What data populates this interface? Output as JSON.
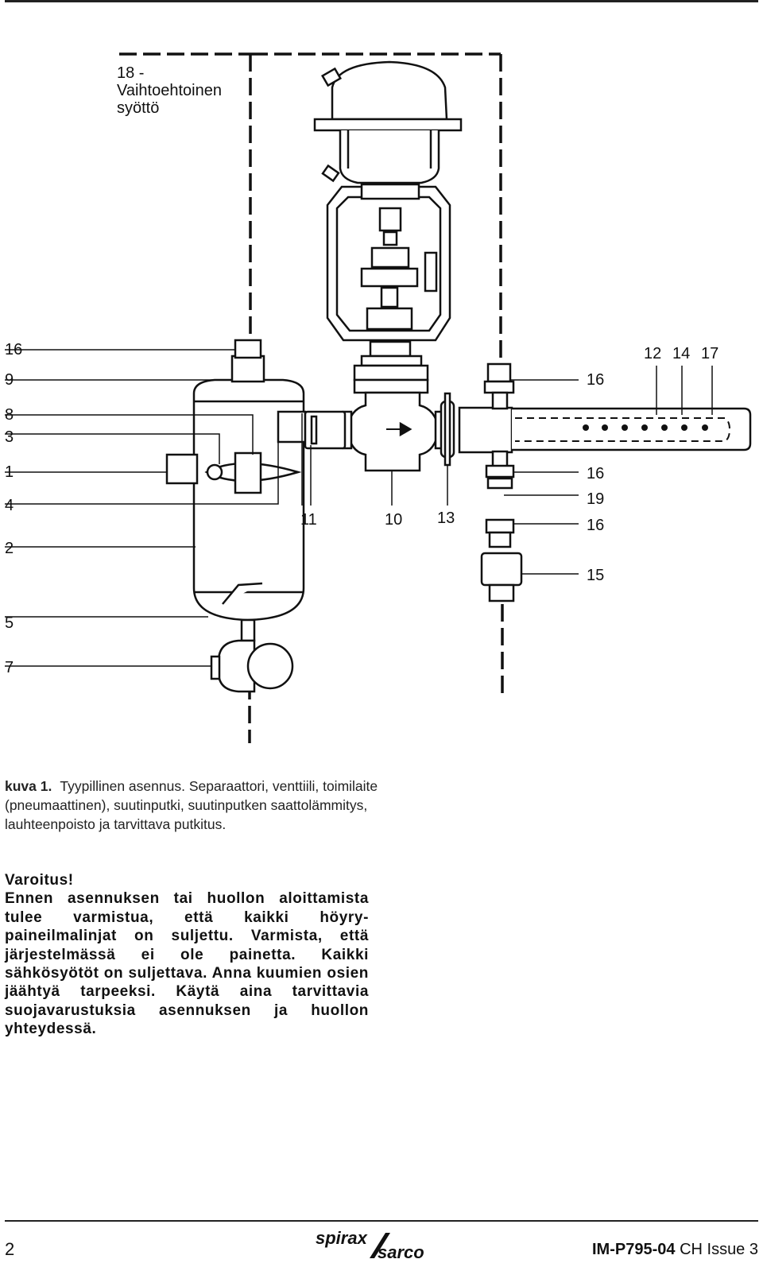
{
  "diagram": {
    "alt_supply_label": [
      "18 -",
      "Vaihtoehtoinen",
      "syöttö"
    ],
    "callouts": {
      "l16": "16",
      "l9": "9",
      "l8": "8",
      "l3": "3",
      "l1": "1",
      "l4": "4",
      "l2": "2",
      "l5": "5",
      "l7": "7",
      "c11": "11",
      "c10": "10",
      "c13": "13",
      "r12": "12",
      "r14": "14",
      "r17": "17",
      "r16a": "16",
      "r16b": "16",
      "r19": "19",
      "r16c": "16",
      "r15": "15"
    }
  },
  "caption": {
    "label": "kuva 1.",
    "text": "Tyypillinen asennus. Separaattori, venttiili, toimilaite (pneumaattinen), suutinputki, suutinputken saattolämmitys, lauhteenpoisto ja tarvittava putkitus."
  },
  "warning": {
    "title": "Varoitus!",
    "body": "Ennen asennuksen tai huollon aloittamista tulee varmistua, että kaikki höyry- paineilmalinjat on suljettu. Varmista, että järjestelmässä ei ole painetta. Kaikki sähkösyötöt on suljettava. Anna kuumien osien jäähtyä tarpeeksi. Käytä aina tarvittavia suojavarustuksia asennuksen ja huollon yhteydessä."
  },
  "footer": {
    "page_number": "2",
    "brand_top": "spirax",
    "brand_bottom": "sarco",
    "doc_code": "IM-P795-04",
    "doc_issue": "CH Issue 3"
  }
}
